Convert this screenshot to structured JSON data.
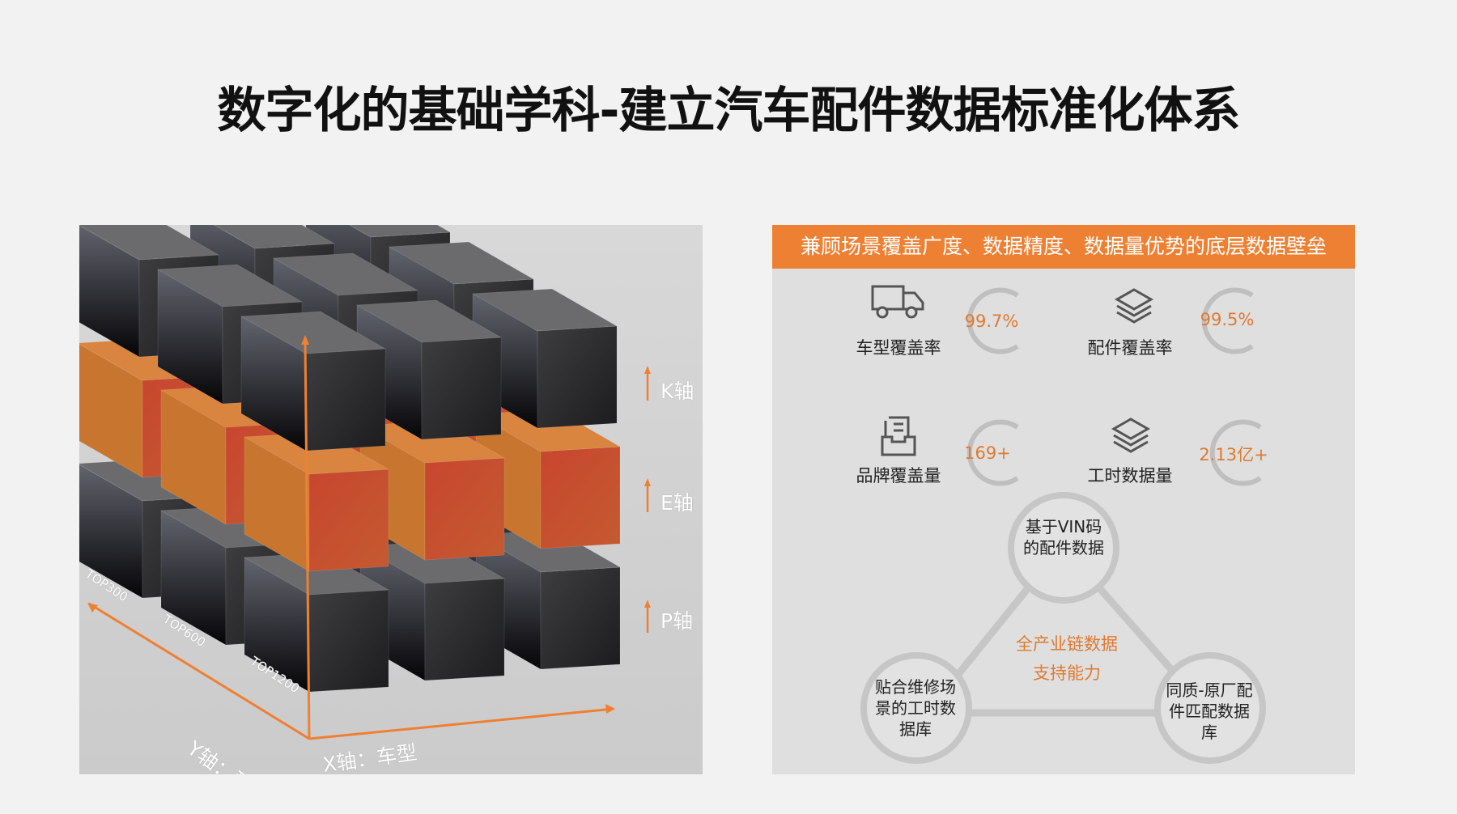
{
  "title": "数字化的基础学科-建立汽车配件数据标准化体系",
  "cube_figure": {
    "layer_labels": [
      "K轴",
      "E轴",
      "P轴"
    ],
    "top_labels": [
      "TOP300",
      "TOP600",
      "TOP1200"
    ],
    "x_axis_label": "X轴：车型",
    "y_axis_label": "Y轴：配件",
    "colors": {
      "accent": "#ee8033",
      "dark_cube": "#2a2a2a",
      "orange_cube": "#c8502f"
    }
  },
  "right_panel": {
    "header": "兼顾场景覆盖广度、数据精度、数据量优势的底层数据壁垒",
    "stats": [
      {
        "icon": "truck-icon",
        "label": "车型覆盖率",
        "value": "99.7%"
      },
      {
        "icon": "layers-icon",
        "label": "配件覆盖率",
        "value": "99.5%"
      },
      {
        "icon": "document-tray-icon",
        "label": "品牌覆盖量",
        "value": "169+"
      },
      {
        "icon": "layers-icon",
        "label": "工时数据量",
        "value": "2.13亿+"
      }
    ],
    "nodes": [
      "基于VIN码的配件数据",
      "贴合维修场景的工时数据库",
      "同质-原厂配件匹配数据库"
    ],
    "center": [
      "全产业链数据",
      "支持能力"
    ]
  }
}
